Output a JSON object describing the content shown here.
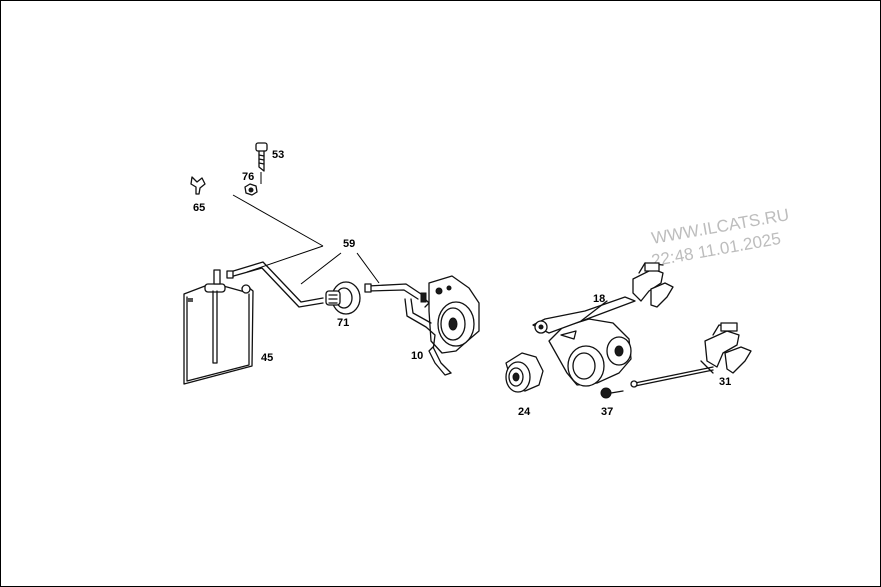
{
  "watermark": {
    "line1": "WWW.ILCATS.RU",
    "line2": "22:48 11.01.2025"
  },
  "callouts": {
    "p53": "53",
    "p76": "76",
    "p65": "65",
    "p59": "59",
    "p45": "45",
    "p71": "71",
    "p10": "10",
    "p18": "18",
    "p24": "24",
    "p37": "37",
    "p31": "31"
  },
  "colors": {
    "line": "#111111",
    "watermark": "#bdbdbd",
    "background": "#ffffff"
  }
}
